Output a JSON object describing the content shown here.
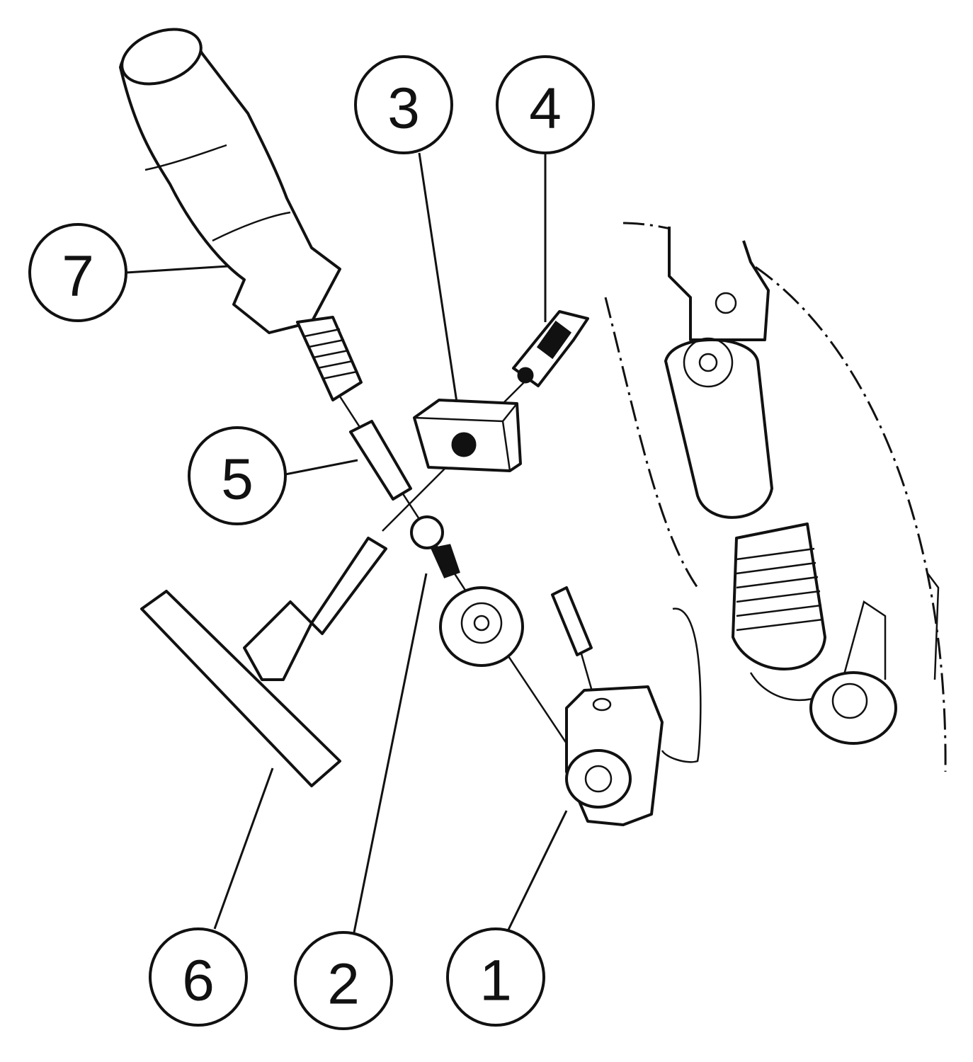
{
  "diagram": {
    "type": "exploded-parts-view",
    "callouts": [
      {
        "label": "1"
      },
      {
        "label": "2"
      },
      {
        "label": "3"
      },
      {
        "label": "4"
      },
      {
        "label": "5"
      },
      {
        "label": "6"
      },
      {
        "label": "7"
      }
    ],
    "colors": {
      "line": "#111111",
      "background": "#ffffff"
    }
  }
}
